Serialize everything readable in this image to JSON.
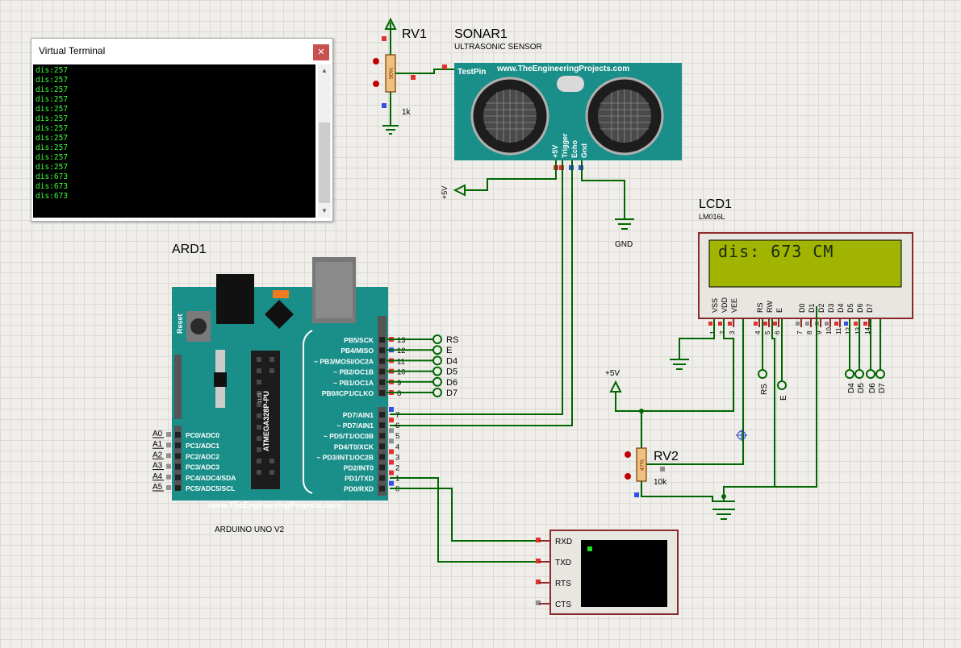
{
  "terminal": {
    "title": "Virtual Terminal",
    "close_icon": "close-icon",
    "lines": [
      "dis:257",
      "dis:257",
      "dis:257",
      "dis:257",
      "dis:257",
      "dis:257",
      "dis:257",
      "dis:257",
      "dis:257",
      "dis:257",
      "dis:257",
      "dis:673",
      "dis:673",
      "dis:673"
    ]
  },
  "rv1": {
    "ref": "RV1",
    "value": "1k",
    "pct": "90%"
  },
  "sonar": {
    "ref": "SONAR1",
    "type": "ULTRASONIC SENSOR",
    "website": "www.TheEngineeringProjects.com",
    "testpin": "TestPin",
    "pins": [
      "+5V",
      "Trigger",
      "Echo",
      "Gnd"
    ]
  },
  "power": {
    "vcc_top": "+5V",
    "gnd_label": "GND",
    "vcc_mid": "+5V"
  },
  "lcd": {
    "ref": "LCD1",
    "type": "LM016L",
    "text": "dis: 673 CM",
    "pins": [
      "VSS",
      "VDD",
      "VEE",
      "RS",
      "RW",
      "E",
      "D0",
      "D1",
      "D2",
      "D3",
      "D4",
      "D5",
      "D6",
      "D7"
    ],
    "pin_numbers": [
      "1",
      "2",
      "3",
      "4",
      "5",
      "6",
      "7",
      "8",
      "9",
      "10",
      "11",
      "12",
      "13",
      "14"
    ],
    "bottom_labels": [
      "RS",
      "E",
      "D4",
      "D5",
      "D6",
      "D7"
    ]
  },
  "rv2": {
    "ref": "RV2",
    "value": "10k",
    "pct": "47%"
  },
  "arduino": {
    "ref": "ARD1",
    "model": "ARDUINO UNO V2",
    "chip": "ATMEGA328P-PU",
    "chip_num": "1121",
    "reset": "Reset",
    "website": "www.TheEngineeringProjects.com",
    "top_pins": [
      {
        "name": "PB5/SCK",
        "num": "13",
        "net": "RS"
      },
      {
        "name": "PB4/MISO",
        "num": "12",
        "net": "E"
      },
      {
        "name": "~ PB3/MOSI/OC2A",
        "num": "11",
        "net": "D4"
      },
      {
        "name": "~ PB2/OC1B",
        "num": "10",
        "net": "D5"
      },
      {
        "name": "~ PB1/OC1A",
        "num": "9",
        "net": "D6"
      },
      {
        "name": "PB0/ICP1/CLKO",
        "num": "8",
        "net": "D7"
      }
    ],
    "bottom_pins": [
      {
        "name": "PD7/AIN1",
        "num": "7"
      },
      {
        "name": "~ PD7/AIN1",
        "num": "6"
      },
      {
        "name": "~ PD5/T1/OC0B",
        "num": "5"
      },
      {
        "name": "PD4/T0/XCK",
        "num": "4"
      },
      {
        "name": "~ PD3/INT1/OC2B",
        "num": "3"
      },
      {
        "name": "PD2/INT0",
        "num": "2"
      },
      {
        "name": "PD1/TXD",
        "num": "1"
      },
      {
        "name": "PD0/RXD",
        "num": "0"
      }
    ],
    "analog_pins": [
      {
        "name": "PC0/ADC0",
        "num": "A0"
      },
      {
        "name": "PC1/ADC1",
        "num": "A1"
      },
      {
        "name": "PC2/ADC2",
        "num": "A2"
      },
      {
        "name": "PC3/ADC3",
        "num": "A3"
      },
      {
        "name": "PC4/ADC4/SDA",
        "num": "A4"
      },
      {
        "name": "PC5/ADC5/SCL",
        "num": "A5"
      }
    ]
  },
  "vterm": {
    "pins": [
      "RXD",
      "TXD",
      "RTS",
      "CTS"
    ]
  }
}
